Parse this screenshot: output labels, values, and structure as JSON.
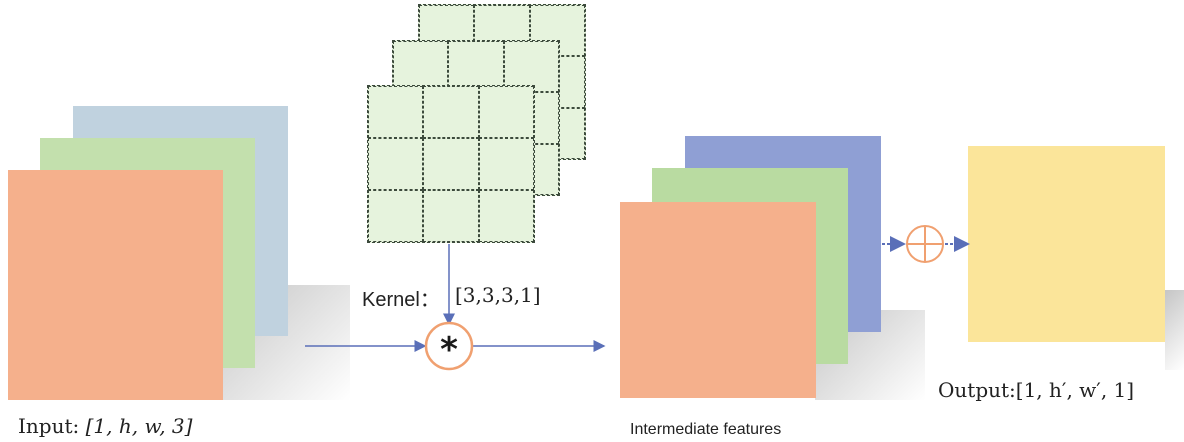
{
  "input": {
    "label_prefix": "Input: ",
    "label_math": "[1, h, w, 3]",
    "channel_colors": [
      "#f5b08c",
      "#c3e0ad",
      "#c0d2df"
    ]
  },
  "kernel": {
    "label": "Kernel：",
    "shape": "[3,3,3,1]",
    "color": "#e6f3dd"
  },
  "conv_operator": "*",
  "intermediate": {
    "label": "Intermediate features",
    "channel_colors": [
      "#f5b08c",
      "#b9dba1",
      "#8f9fd4"
    ]
  },
  "sum_operator": "⊕",
  "output": {
    "label_prefix": "Output:",
    "label_math": "[1, h′, w′, 1]",
    "color": "#fbe59a"
  },
  "arrow_color": "#5a6fb8",
  "operator_color": "#f0a070"
}
